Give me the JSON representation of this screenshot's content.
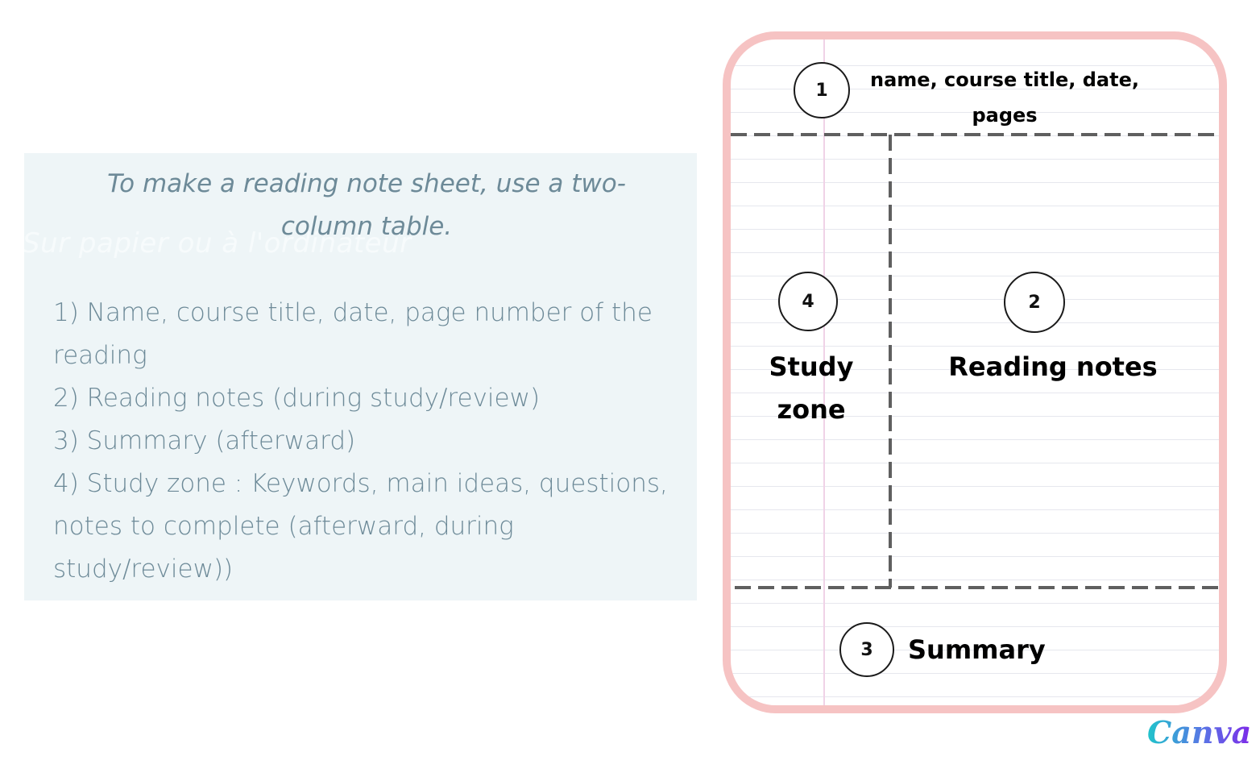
{
  "panel": {
    "intro": "To make a reading note sheet, use a two-column table.",
    "ghost_text": "Sur papier ou à l'ordinateur",
    "items": [
      "1) Name, course title, date, page number of the reading",
      "2) Reading notes (during study/review)",
      "3) Summary (afterward)",
      "4) Study zone : Keywords, main ideas, questions, notes to complete (afterward, during study/review))"
    ]
  },
  "diagram": {
    "zone1": {
      "number": "1",
      "label": "name, course title, date, pages"
    },
    "zone2": {
      "number": "2",
      "label": "Reading notes"
    },
    "zone3": {
      "number": "3",
      "label": "Summary"
    },
    "zone4": {
      "number": "4",
      "label": "Study zone"
    }
  },
  "logo": {
    "text": "Canva"
  },
  "colors": {
    "panel_background": "#eef5f7",
    "panel_text": "#6d8a98",
    "sheet_border": "#f6c3c3",
    "dashed_divider": "#5f5f5f",
    "margin_line": "#f0d3e7",
    "logo_gradient_start": "#20c4cb",
    "logo_gradient_end": "#7d2ae8"
  }
}
